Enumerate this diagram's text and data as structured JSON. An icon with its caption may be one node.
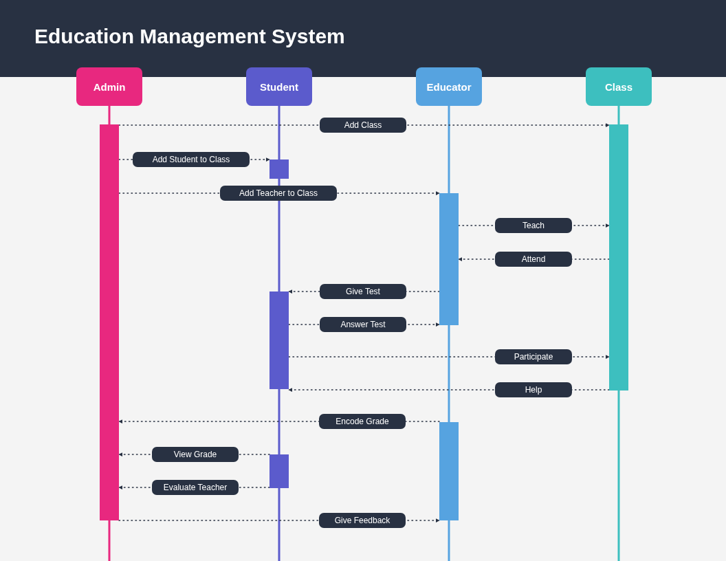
{
  "diagram": {
    "title": "Education Management System",
    "nodes": [
      {
        "text": [
          "Admin"
        ]
      },
      {
        "text": [
          "Student"
        ]
      },
      {
        "text": [
          "Educator"
        ]
      },
      {
        "text": [
          "Class"
        ]
      },
      {
        "text": [],
        "shape": "bar"
      },
      {
        "text": [],
        "shape": "bar"
      },
      {
        "text": [],
        "shape": "bar"
      },
      {
        "text": [],
        "shape": "bar"
      },
      {
        "text": [],
        "shape": "bar"
      },
      {
        "text": [],
        "shape": "bar"
      },
      {
        "text": [],
        "shape": "bar"
      }
    ],
    "edges": [
      {
        "from": 4,
        "to": 10,
        "arrow": "to",
        "label": "Add Class"
      },
      {
        "from": 4,
        "to": 5,
        "arrow": "to",
        "label": "Add Student to Class"
      },
      {
        "from": 4,
        "to": 8,
        "arrow": "to",
        "label": "Add Teacher to Class"
      },
      {
        "from": 8,
        "to": 10,
        "arrow": "to",
        "label": "Teach"
      },
      {
        "from": 10,
        "to": 8,
        "arrow": "to",
        "label": "Attend"
      },
      {
        "from": 8,
        "to": 6,
        "arrow": "to",
        "label": "Give Test"
      },
      {
        "from": 6,
        "to": 8,
        "arrow": "to",
        "label": "Answer Test"
      },
      {
        "from": 6,
        "to": 10,
        "arrow": "to",
        "label": "Participate"
      },
      {
        "from": 10,
        "to": 6,
        "arrow": "to",
        "label": "Help"
      },
      {
        "from": 9,
        "to": 4,
        "arrow": "to",
        "label": "Encode Grade"
      },
      {
        "from": 7,
        "to": 4,
        "arrow": "to",
        "label": "View Grade"
      },
      {
        "from": 7,
        "to": 4,
        "arrow": "to",
        "label": "Evaluate Teacher"
      },
      {
        "from": 4,
        "to": 9,
        "arrow": "to",
        "label": "Give Feedback"
      }
    ]
  }
}
